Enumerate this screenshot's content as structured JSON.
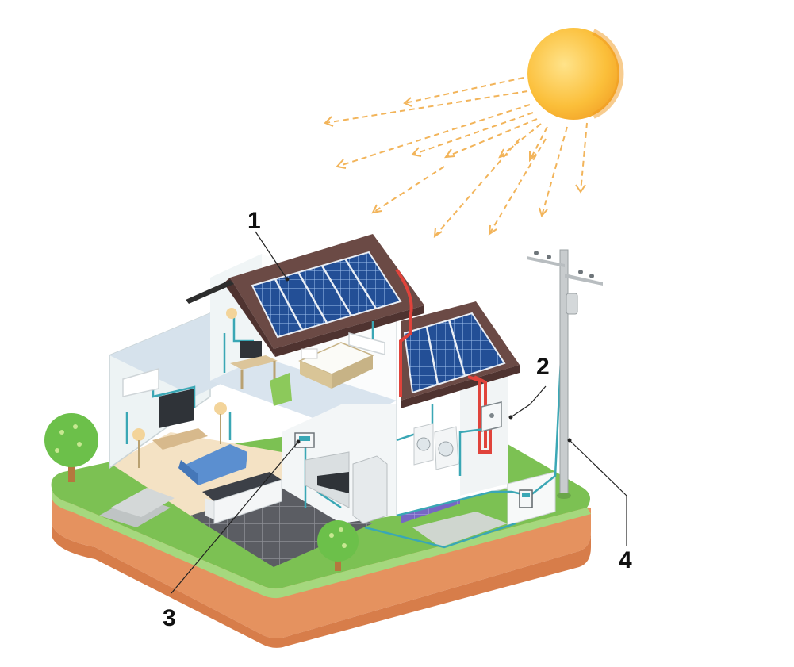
{
  "callouts": [
    {
      "label": "1",
      "target": "solar-panels"
    },
    {
      "label": "2",
      "target": "inverter"
    },
    {
      "label": "3",
      "target": "consumer-unit"
    },
    {
      "label": "4",
      "target": "utility-pole"
    }
  ],
  "colors": {
    "sun": "#fbbf3a",
    "sun_rays": "#f2b45a",
    "roof": "#6b4a45",
    "panel": "#234f96",
    "dc_wire": "#e0433b",
    "ac_wire": "#3aa7b5",
    "grass": "#7cc153",
    "soil": "#e5925f",
    "floor_tiles": "#5b5d63",
    "laundry_tiles": "#7766c4",
    "sofa": "#5b8fd0",
    "tree": "#6cc04a"
  }
}
